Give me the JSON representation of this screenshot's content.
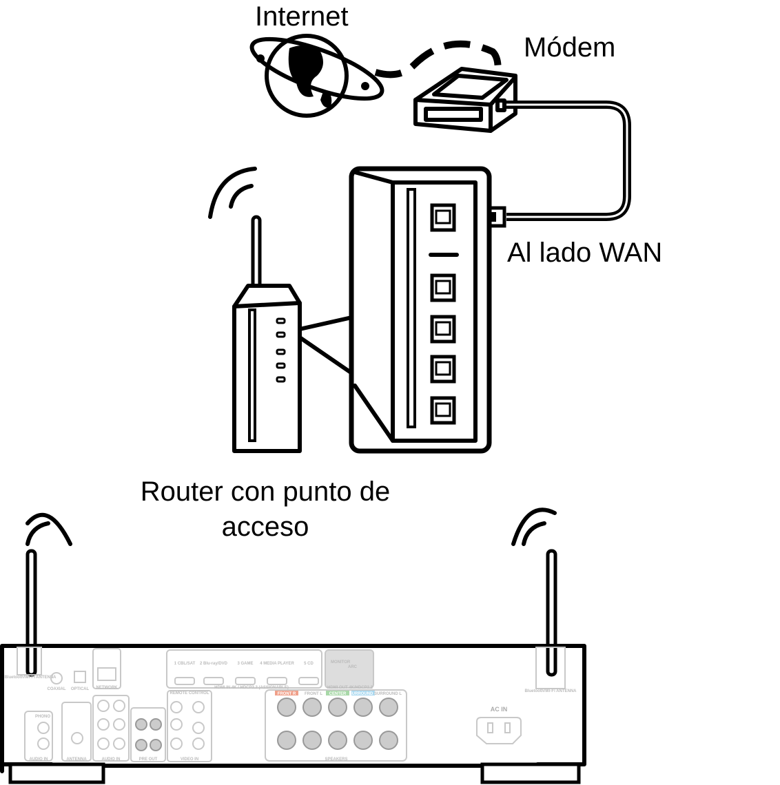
{
  "labels": {
    "internet": "Internet",
    "modem": "Módem",
    "wan_side": "Al lado WAN",
    "router_line1": "Router con punto de",
    "router_line2": "acceso"
  },
  "receiver_panel": {
    "bt_antenna": "Bluetooth/Wi-Fi ANTENNA",
    "coaxial": "COAXIAL",
    "optical": "OPTICAL",
    "network": "NETWORK",
    "hdmi_inputs": [
      "1 CBL/SAT",
      "2 Blu-ray/DVD",
      "3 GAME",
      "4 MEDIA PLAYER",
      "5 CD"
    ],
    "hdmi_in": "HDMI IN 4K / HDCP2.2 (ASSIGNABLE)",
    "monitor": "MONITOR",
    "arc": "ARC",
    "hdmi_out": "HDMI OUT 4K/HDCP2.2",
    "speakers_channels": [
      "FRONT R",
      "FRONT L",
      "CENTER",
      "SURROUND R",
      "SURROUND L"
    ],
    "speakers": "SPEAKERS",
    "audio_in": "AUDIO IN",
    "phono": "PHONO",
    "antenna": "ANTENNA",
    "pre_out": "PRE OUT",
    "video_in": "VIDEO IN",
    "remote_control": "REMOTE CONTROL",
    "ac_in": "AC IN"
  },
  "colors": {
    "front_r": "#f0a08a",
    "center": "#a8d8a8",
    "surround": "#a8d8f0"
  }
}
